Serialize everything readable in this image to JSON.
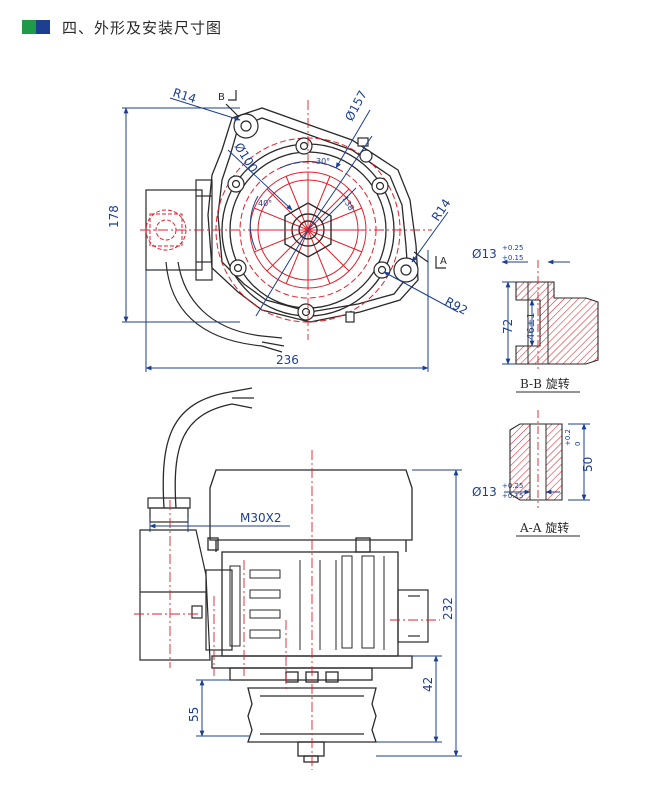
{
  "header": {
    "title": "四、外形及安装尺寸图",
    "accent_green": "#1e9a48",
    "accent_blue": "#1e3f8f"
  },
  "colors": {
    "line": "#2a2a2a",
    "center_red": "#e0202a",
    "dim_blue": "#1d3f8f",
    "hatch_red": "#d9232d"
  },
  "front_view": {
    "dims": {
      "r14_top": "R14",
      "r14_right": "R14",
      "r92": "R92",
      "dia157": "Ø157",
      "dia100": "Ø100",
      "height": "178",
      "width": "236",
      "angle_30": "30°",
      "angle_40": "40°",
      "dim_138": "138"
    },
    "markers": {
      "b": "B",
      "a": "A"
    }
  },
  "side_view": {
    "dims": {
      "thread": "M30X2",
      "height_232": "232",
      "dim_42": "42",
      "dim_55": "55"
    }
  },
  "section_bb": {
    "hole": "Ø13",
    "tol_upper": "+0.25",
    "tol_lower": "+0.15",
    "dim_72": "72",
    "dim_46": "46±1",
    "caption": "B-B 旋转"
  },
  "section_aa": {
    "hole": "Ø13",
    "tol_upper": "+0.25",
    "tol_lower": "+0.15",
    "dim_50": "50",
    "dim_50_tol_upper": "+0.2",
    "dim_50_tol_lower": "0",
    "caption": "A-A 旋转"
  }
}
